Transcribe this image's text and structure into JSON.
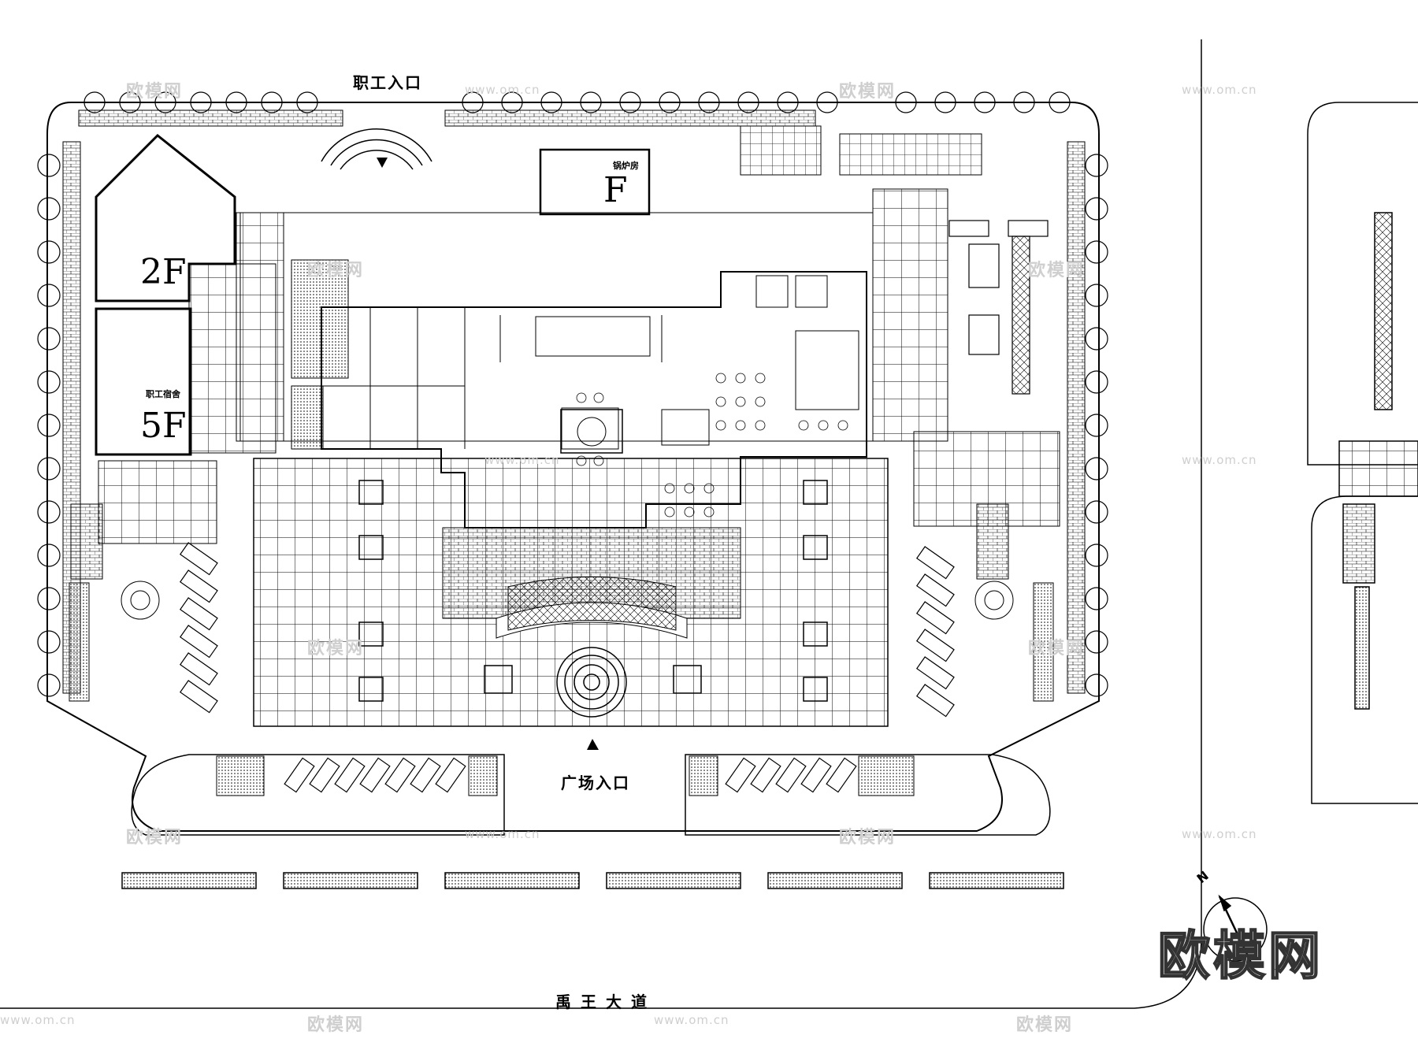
{
  "labels": {
    "staff_entrance": "职工入口",
    "plaza_entrance": "广场入口",
    "road": "禹王大道",
    "building_2f": "2F",
    "building_5f": "5F",
    "building_f": "F",
    "boiler_room": "锅炉房",
    "staff_dorm": "职工宿舍",
    "north": "N"
  },
  "watermark": {
    "brand": "欧模网",
    "text": "欧模网",
    "url": "www.om.cn"
  },
  "colors": {
    "line": "#000000",
    "background": "#ffffff",
    "watermark": "#cfcfcf"
  }
}
